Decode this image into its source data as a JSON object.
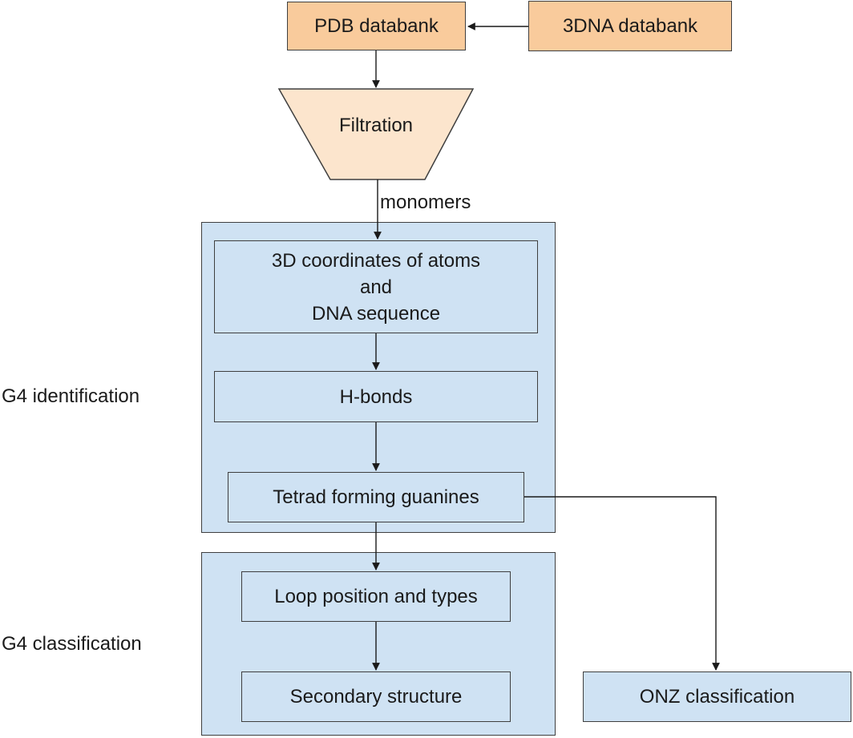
{
  "nodes": {
    "pdb": "PDB databank",
    "dna3": "3DNA databank",
    "filtration": "Filtration",
    "coords": "3D coordinates of atoms\nand\nDNA sequence",
    "hbonds": "H-bonds",
    "tetrad": "Tetrad forming guanines",
    "loop": "Loop position and types",
    "secondary": "Secondary structure",
    "onz": "ONZ classification"
  },
  "edge_labels": {
    "monomers": "monomers"
  },
  "groups": {
    "identification": "G4 identification",
    "classification": "G4 classification"
  },
  "colors": {
    "source_fill": "#f9cb9c",
    "funnel_fill": "#fce5cd",
    "process_fill": "#cfe2f3",
    "stroke": "#3f3f3f"
  }
}
